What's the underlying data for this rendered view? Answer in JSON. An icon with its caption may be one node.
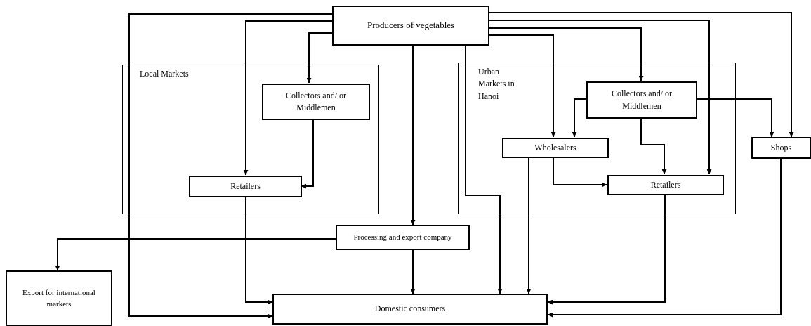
{
  "diagram": {
    "nodes": [
      {
        "text": [
          "Producers of vegetables"
        ]
      },
      {
        "text": [
          "Local Markets"
        ]
      },
      {
        "text": [
          "Collectors and/ or Middlemen"
        ],
        "in": 1
      },
      {
        "text": [
          "Retailers"
        ],
        "in": 1
      },
      {
        "text": [
          "Urban Markets in Hanoi"
        ]
      },
      {
        "text": [
          "Collectors and/ or Middlemen"
        ],
        "in": 4
      },
      {
        "text": [
          "Wholesalers"
        ],
        "in": 4
      },
      {
        "text": [
          "Retailers"
        ],
        "in": 4
      },
      {
        "text": [
          "Shops"
        ]
      },
      {
        "text": [
          "Processing and export company"
        ]
      },
      {
        "text": [
          "Export for international markets"
        ]
      },
      {
        "text": [
          "Domestic consumers"
        ]
      }
    ],
    "edges": [
      {
        "from": 0,
        "to": 11,
        "arrow": "to"
      },
      {
        "from": 0,
        "to": 3,
        "arrow": "to"
      },
      {
        "from": 0,
        "to": 2,
        "arrow": "to"
      },
      {
        "from": 2,
        "to": 3,
        "arrow": "to"
      },
      {
        "from": 0,
        "to": 9,
        "arrow": "to"
      },
      {
        "from": 0,
        "to": 11,
        "arrow": "to"
      },
      {
        "from": 0,
        "to": 6,
        "arrow": "to"
      },
      {
        "from": 0,
        "to": 5,
        "arrow": "to"
      },
      {
        "from": 0,
        "to": 7,
        "arrow": "to"
      },
      {
        "from": 0,
        "to": 8,
        "arrow": "to"
      },
      {
        "from": 5,
        "to": 6,
        "arrow": "to"
      },
      {
        "from": 5,
        "to": 8,
        "arrow": "to"
      },
      {
        "from": 5,
        "to": 7,
        "arrow": "to"
      },
      {
        "from": 6,
        "to": 7,
        "arrow": "to"
      },
      {
        "from": 6,
        "to": 11,
        "arrow": "to"
      },
      {
        "from": 3,
        "to": 11,
        "arrow": "to"
      },
      {
        "from": 9,
        "to": 10,
        "arrow": "to"
      },
      {
        "from": 9,
        "to": 11,
        "arrow": "to"
      },
      {
        "from": 7,
        "to": 11,
        "arrow": "to"
      },
      {
        "from": 8,
        "to": 11,
        "arrow": "to"
      }
    ]
  }
}
